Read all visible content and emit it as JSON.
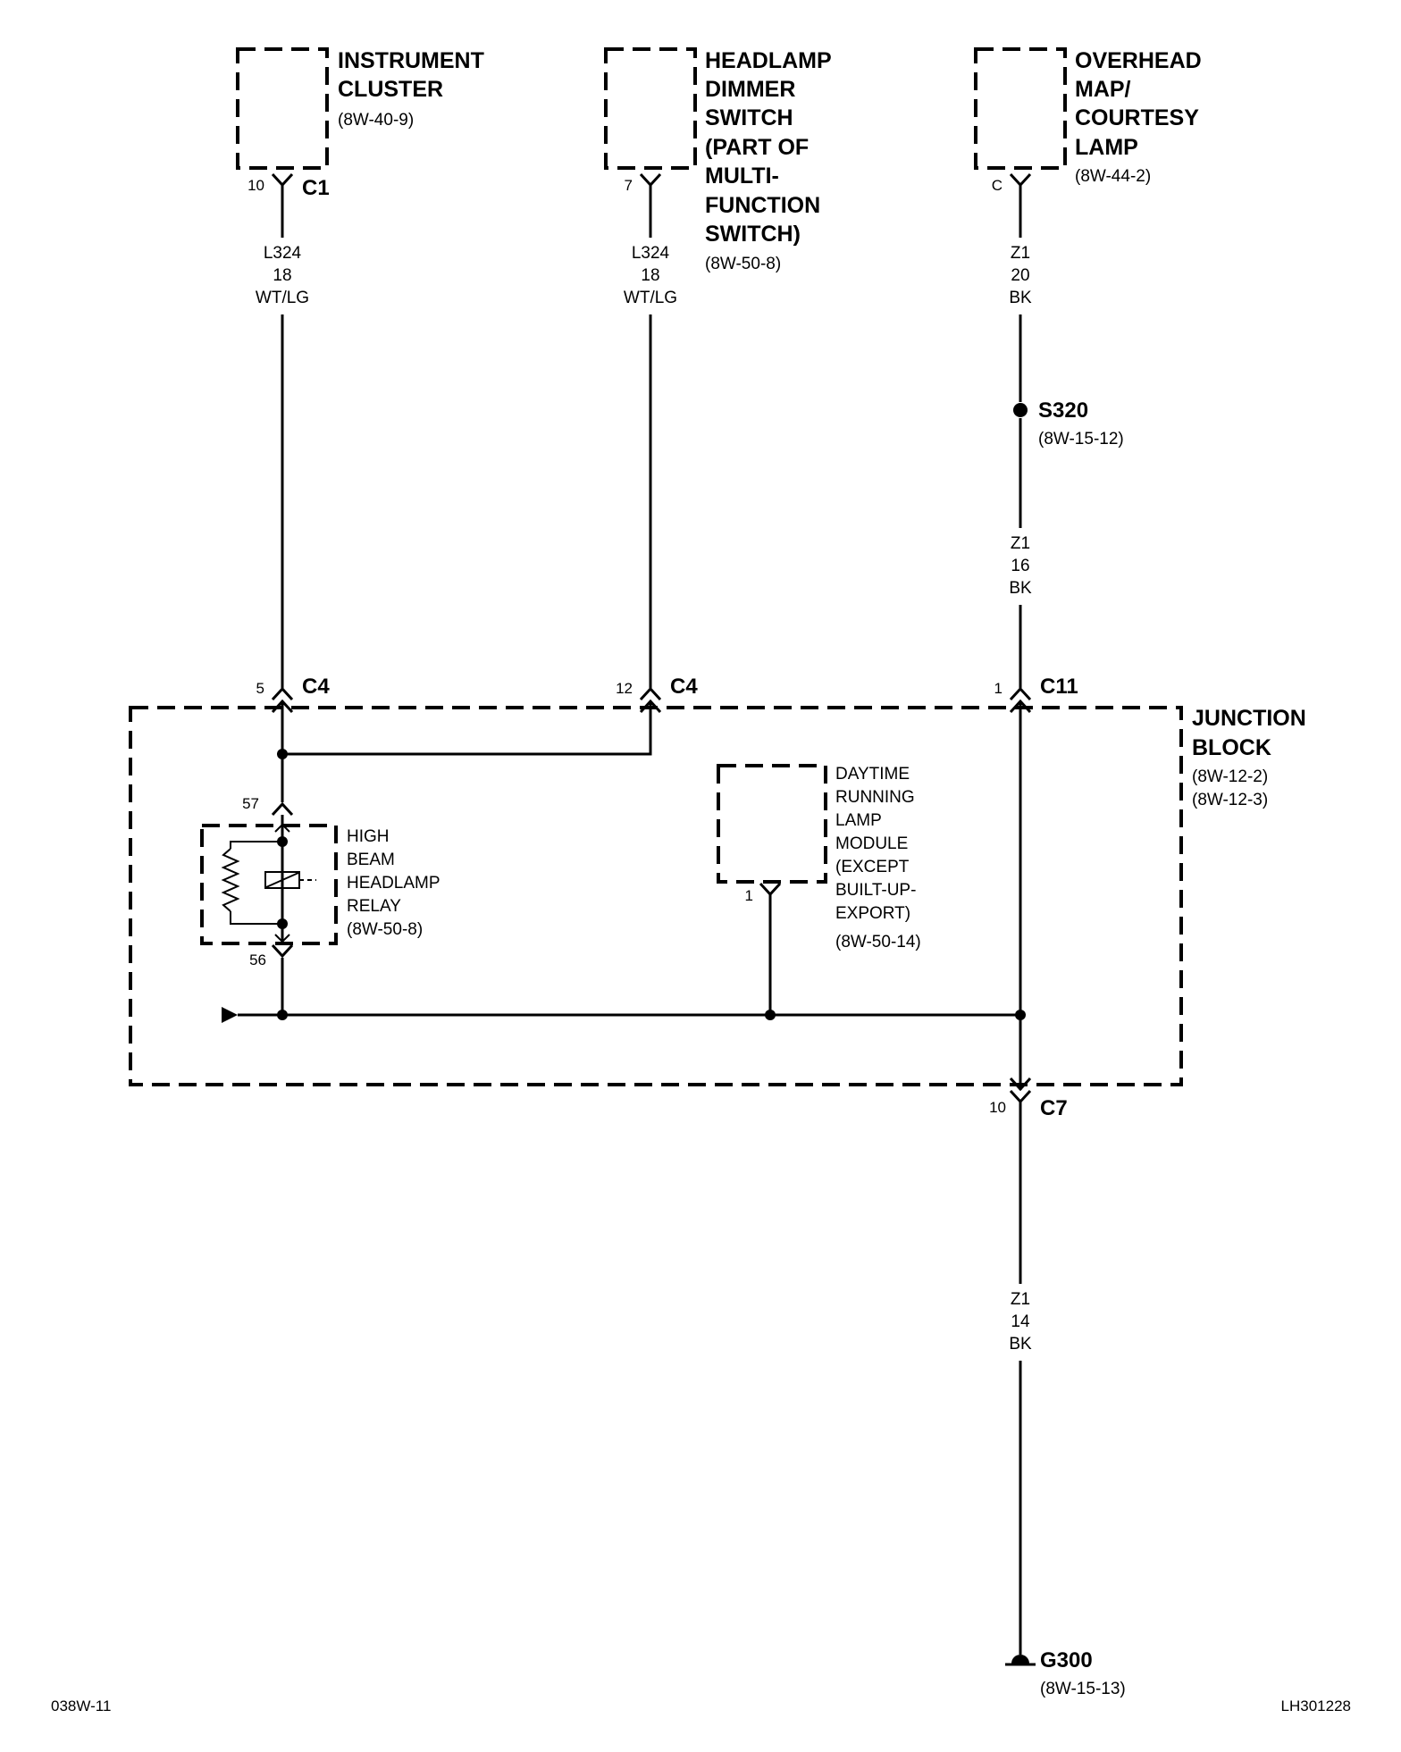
{
  "components": {
    "instrument_cluster": {
      "lines": [
        "INSTRUMENT",
        "CLUSTER"
      ],
      "ref": "(8W-40-9)"
    },
    "headlamp_dimmer_switch": {
      "lines": [
        "HEADLAMP",
        "DIMMER",
        "SWITCH",
        "(PART OF",
        "MULTI-",
        "FUNCTION",
        "SWITCH)"
      ],
      "ref": "(8W-50-8)"
    },
    "overhead_map_lamp": {
      "lines": [
        "OVERHEAD",
        "MAP/",
        "COURTESY",
        "LAMP"
      ],
      "ref": "(8W-44-2)"
    },
    "junction_block": {
      "lines": [
        "JUNCTION",
        "BLOCK"
      ],
      "refs": [
        "(8W-12-2)",
        "(8W-12-3)"
      ]
    },
    "high_beam_relay": {
      "lines": [
        "HIGH",
        "BEAM",
        "HEADLAMP",
        "RELAY"
      ],
      "ref": "(8W-50-8)"
    },
    "drl_module": {
      "lines": [
        "DAYTIME",
        "RUNNING",
        "LAMP",
        "MODULE",
        "(EXCEPT",
        "BUILT-UP-",
        "EXPORT)"
      ],
      "ref": "(8W-50-14)"
    }
  },
  "connectors": {
    "cluster_c1": {
      "pin": "10",
      "name": "C1"
    },
    "dimmer_c": {
      "pin": "7"
    },
    "map_c": {
      "pin": "C"
    },
    "jb_c4_left": {
      "pin": "5",
      "name": "C4"
    },
    "jb_c4_right": {
      "pin": "12",
      "name": "C4"
    },
    "jb_c11": {
      "pin": "1",
      "name": "C11"
    },
    "jb_c7": {
      "pin": "10",
      "name": "C7"
    },
    "relay_top": {
      "pin": "57"
    },
    "relay_bottom": {
      "pin": "56"
    },
    "drl_pin": {
      "pin": "1"
    }
  },
  "wires": {
    "w_cluster": [
      "L324",
      "18",
      "WT/LG"
    ],
    "w_dimmer": [
      "L324",
      "18",
      "WT/LG"
    ],
    "w_map": [
      "Z1",
      "20",
      "BK"
    ],
    "w_splice_jb": [
      "Z1",
      "16",
      "BK"
    ],
    "w_ground": [
      "Z1",
      "14",
      "BK"
    ]
  },
  "splice": {
    "name": "S320",
    "ref": "(8W-15-12)"
  },
  "ground": {
    "name": "G300",
    "ref": "(8W-15-13)"
  },
  "footer": {
    "left": "038W-11",
    "right": "LH301228"
  }
}
